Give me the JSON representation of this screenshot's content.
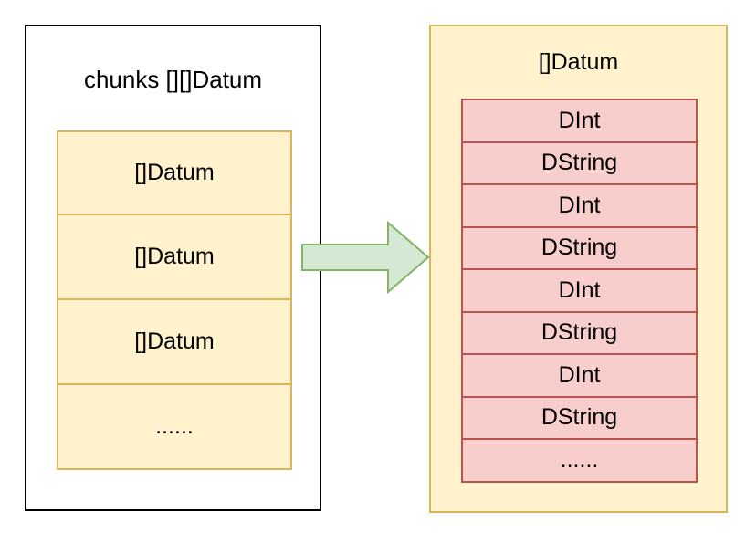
{
  "chunks": {
    "title": "chunks [][]Datum",
    "items": [
      "[]Datum",
      "[]Datum",
      "[]Datum",
      "......"
    ]
  },
  "datum_array": {
    "title": "[]Datum",
    "items": [
      "DInt",
      "DString",
      "DInt",
      "DString",
      "DInt",
      "DString",
      "DInt",
      "DString",
      "......"
    ]
  },
  "colors": {
    "chunk_fill": "#fff2cc",
    "chunk_border": "#d6b656",
    "datum_fill": "#f8cecc",
    "datum_border": "#b85450",
    "arrow_fill": "#d5e8d4",
    "arrow_border": "#82b366"
  }
}
